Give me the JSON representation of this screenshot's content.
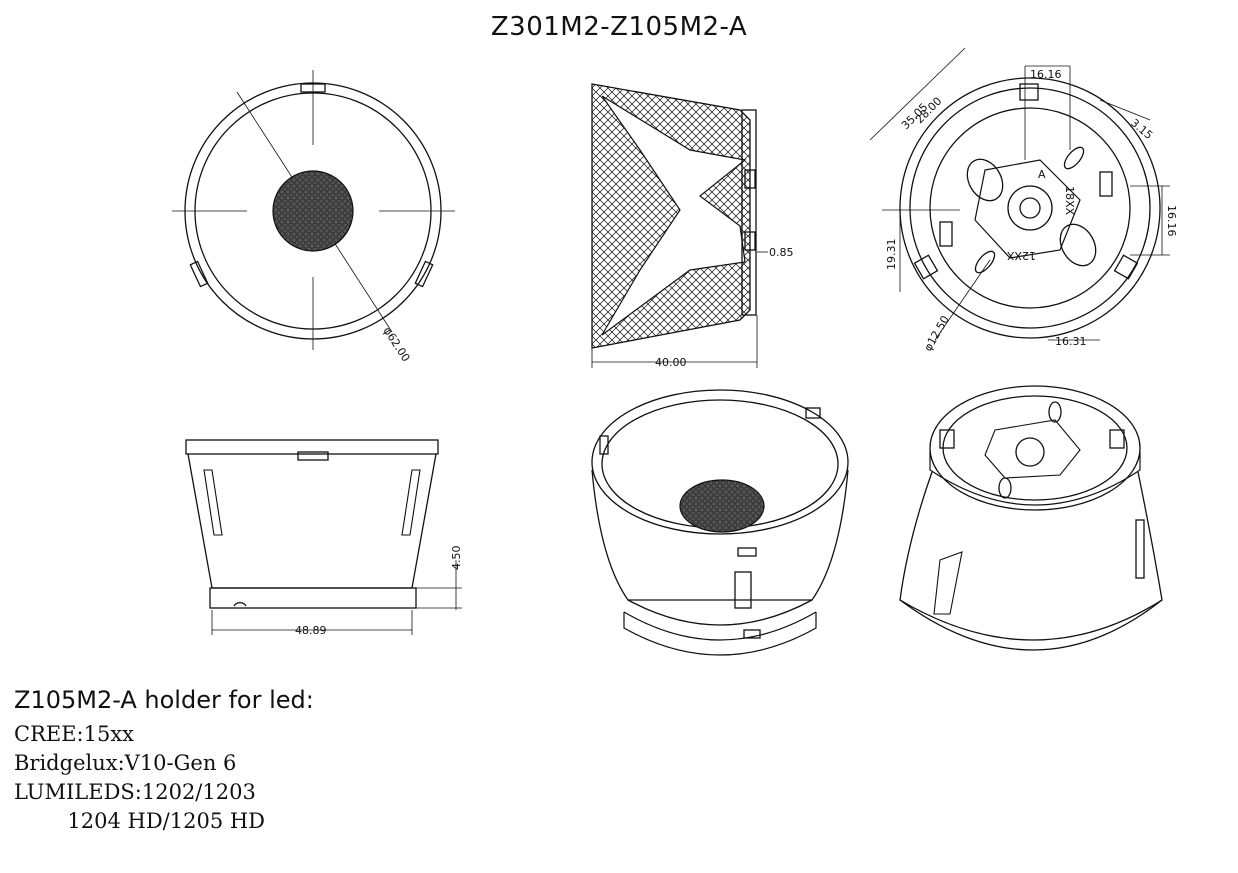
{
  "drawing": {
    "title": "Z301M2-Z105M2-A",
    "dimensions": {
      "front_diameter": "φ62.00",
      "side_depth": "40.00",
      "side_wall": "0.85",
      "rear_a": "35.05",
      "rear_b": "28.00",
      "rear_c": "16.16",
      "rear_d": "3.15",
      "rear_e": "16.16",
      "rear_f": "19.31",
      "rear_g": "φ12.50",
      "rear_h": "16.31",
      "bottom_width": "48.89",
      "bottom_height": "4.50"
    },
    "marks": {
      "letter_a": "A",
      "code_1": "18XX",
      "code_2": "12XX"
    }
  },
  "info": {
    "heading": "Z105M2-A holder for led:",
    "lines": [
      "CREE:15xx",
      "Bridgelux:V10-Gen 6",
      "LUMILEDS:1202/1203",
      "        1204 HD/1205 HD"
    ]
  },
  "colors": {
    "ink": "#111111",
    "paper": "#ffffff"
  }
}
